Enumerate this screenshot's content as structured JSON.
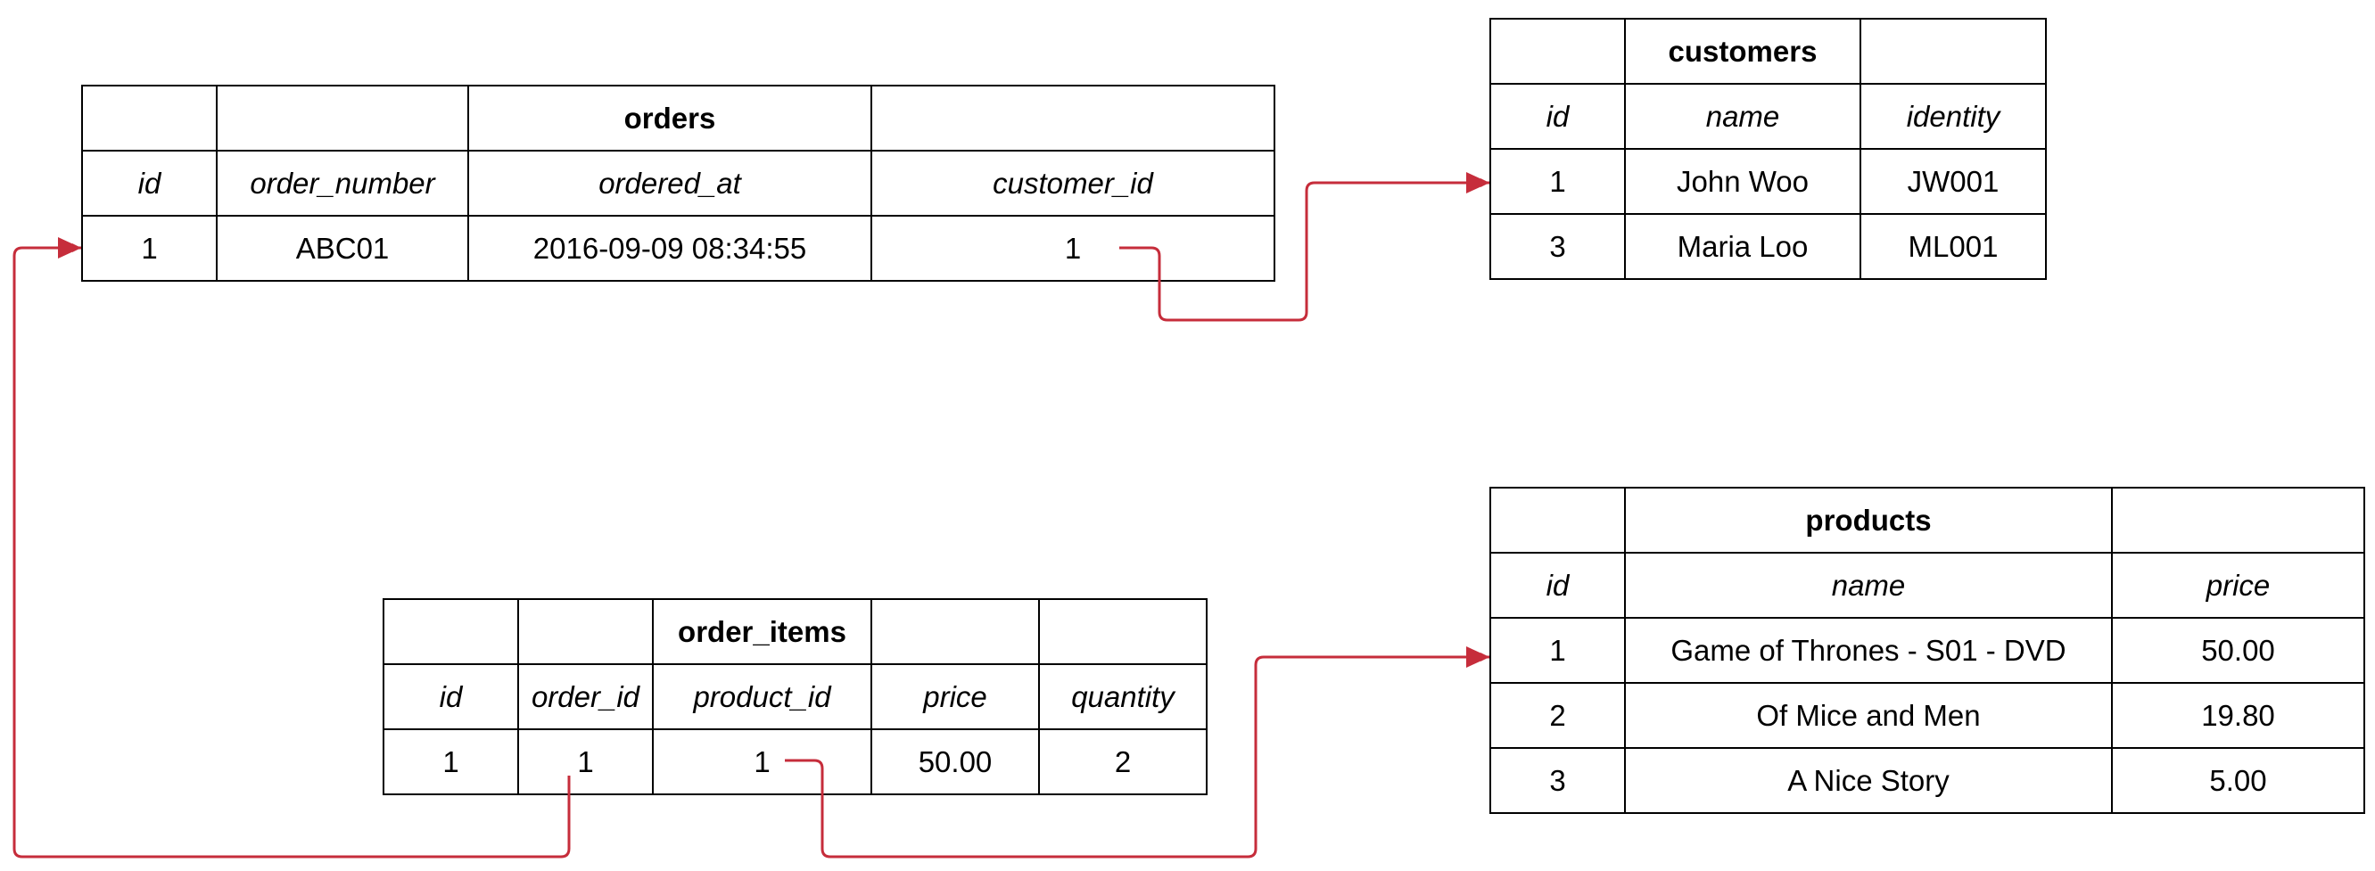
{
  "accent_color": "#c62d3b",
  "tables": {
    "orders": {
      "name": "orders",
      "columns": [
        "id",
        "order_number",
        "ordered_at",
        "customer_id"
      ],
      "rows": [
        [
          "1",
          "ABC01",
          "2016-09-09 08:34:55",
          "1"
        ]
      ]
    },
    "customers": {
      "name": "customers",
      "columns": [
        "id",
        "name",
        "identity"
      ],
      "rows": [
        [
          "1",
          "John Woo",
          "JW001"
        ],
        [
          "3",
          "Maria Loo",
          "ML001"
        ]
      ]
    },
    "order_items": {
      "name": "order_items",
      "columns": [
        "id",
        "order_id",
        "product_id",
        "price",
        "quantity"
      ],
      "rows": [
        [
          "1",
          "1",
          "1",
          "50.00",
          "2"
        ]
      ]
    },
    "products": {
      "name": "products",
      "columns": [
        "id",
        "name",
        "price"
      ],
      "rows": [
        [
          "1",
          "Game of Thrones - S01 - DVD",
          "50.00"
        ],
        [
          "2",
          "Of Mice and Men",
          "19.80"
        ],
        [
          "3",
          "A Nice Story",
          "5.00"
        ]
      ]
    }
  },
  "links": [
    {
      "from": "orders.customer_id",
      "to": "customers.id"
    },
    {
      "from": "order_items.order_id",
      "to": "orders.id"
    },
    {
      "from": "order_items.product_id",
      "to": "products.id"
    }
  ]
}
